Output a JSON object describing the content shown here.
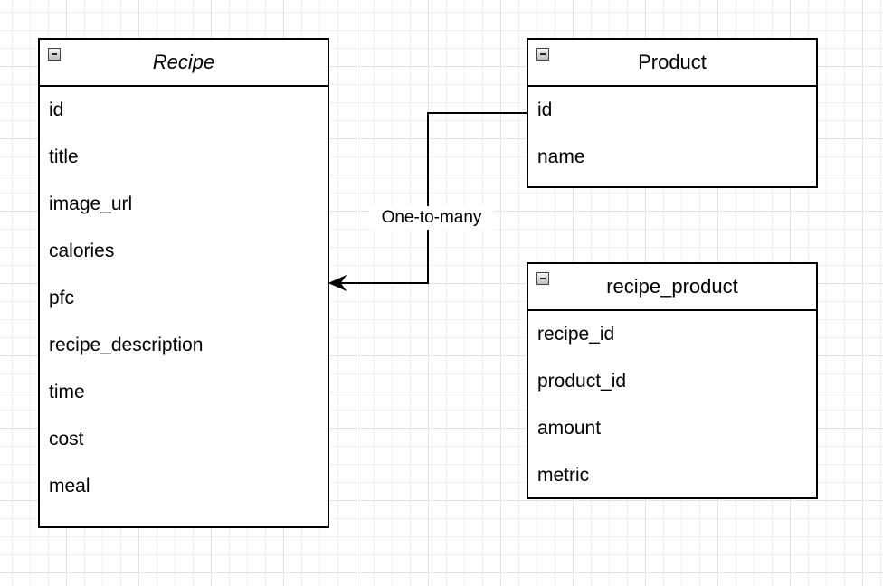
{
  "entities": {
    "recipe": {
      "title": "Recipe",
      "fields": [
        "id",
        "title",
        "image_url",
        "calories",
        "pfc",
        "recipe_description",
        "time",
        "cost",
        "meal"
      ]
    },
    "product": {
      "title": "Product",
      "fields": [
        "id",
        "name"
      ]
    },
    "recipe_product": {
      "title": "recipe_product",
      "fields": [
        "recipe_id",
        "product_id",
        "amount",
        "metric"
      ]
    }
  },
  "relation": {
    "label": "One-to-many"
  },
  "icons": {
    "collapse": "collapse-minus-icon",
    "arrowhead": "arrowhead-icon"
  },
  "colors": {
    "stroke": "#000000",
    "grid": "#e3e3e3",
    "background": "#ffffff"
  }
}
